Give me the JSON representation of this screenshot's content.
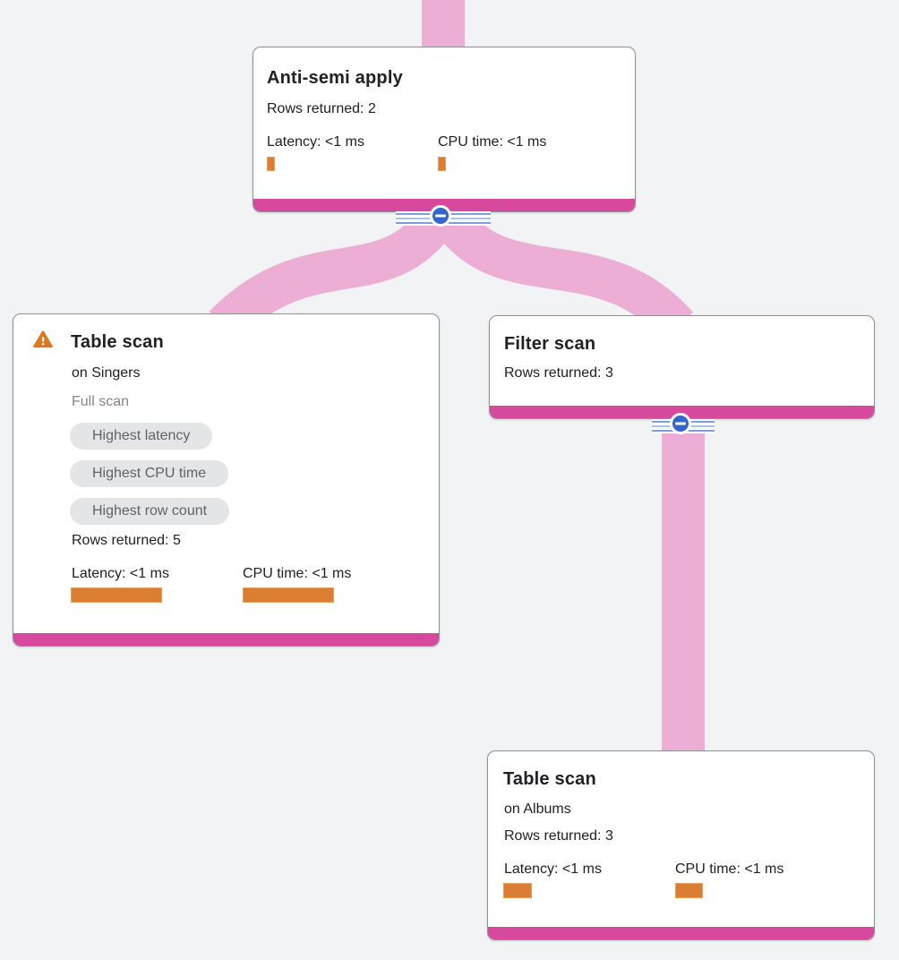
{
  "diagram": {
    "kind": "query-plan-tree",
    "background": "#f1f3f4",
    "colors": {
      "link": "#ecaed4",
      "node_accent": "#d6499c",
      "metric_bar": "#db7d33",
      "collapse_button": "#3365cc",
      "badge_bg": "#e4e5e7",
      "badge_text": "#5f6368",
      "warning": "#e0771f"
    },
    "icons": {
      "warning": "warning-triangle",
      "collapse": "minus-circle"
    }
  },
  "nodes": {
    "root": {
      "title": "Anti-semi apply",
      "rows_returned": "Rows returned: 2",
      "latency_label": "Latency: <1 ms",
      "cpu_label": "CPU time: <1 ms",
      "bars": {
        "latency_w": 9,
        "cpu_w": 9,
        "h": 16
      }
    },
    "singers": {
      "title": "Table scan",
      "target": "on Singers",
      "scan_mode": "Full scan",
      "badges": [
        "Highest latency",
        "Highest CPU time",
        "Highest row count"
      ],
      "rows_returned": "Rows returned: 5",
      "latency_label": "Latency: <1 ms",
      "cpu_label": "CPU time: <1 ms",
      "bars": {
        "latency_w": 102,
        "cpu_w": 102,
        "h": 17
      }
    },
    "filter": {
      "title": "Filter scan",
      "rows_returned": "Rows returned: 3"
    },
    "albums": {
      "title": "Table scan",
      "target": "on Albums",
      "rows_returned": "Rows returned: 3",
      "latency_label": "Latency: <1 ms",
      "cpu_label": "CPU time: <1 ms",
      "bars": {
        "latency_w": 32,
        "cpu_w": 31,
        "h": 17
      }
    }
  },
  "edges": [
    {
      "from": "parent-offscreen",
      "to": "root",
      "thickness": 48
    },
    {
      "from": "root",
      "to": "singers",
      "thickness": 46
    },
    {
      "from": "root",
      "to": "filter",
      "thickness": 46
    },
    {
      "from": "filter",
      "to": "albums",
      "thickness": 48
    }
  ]
}
